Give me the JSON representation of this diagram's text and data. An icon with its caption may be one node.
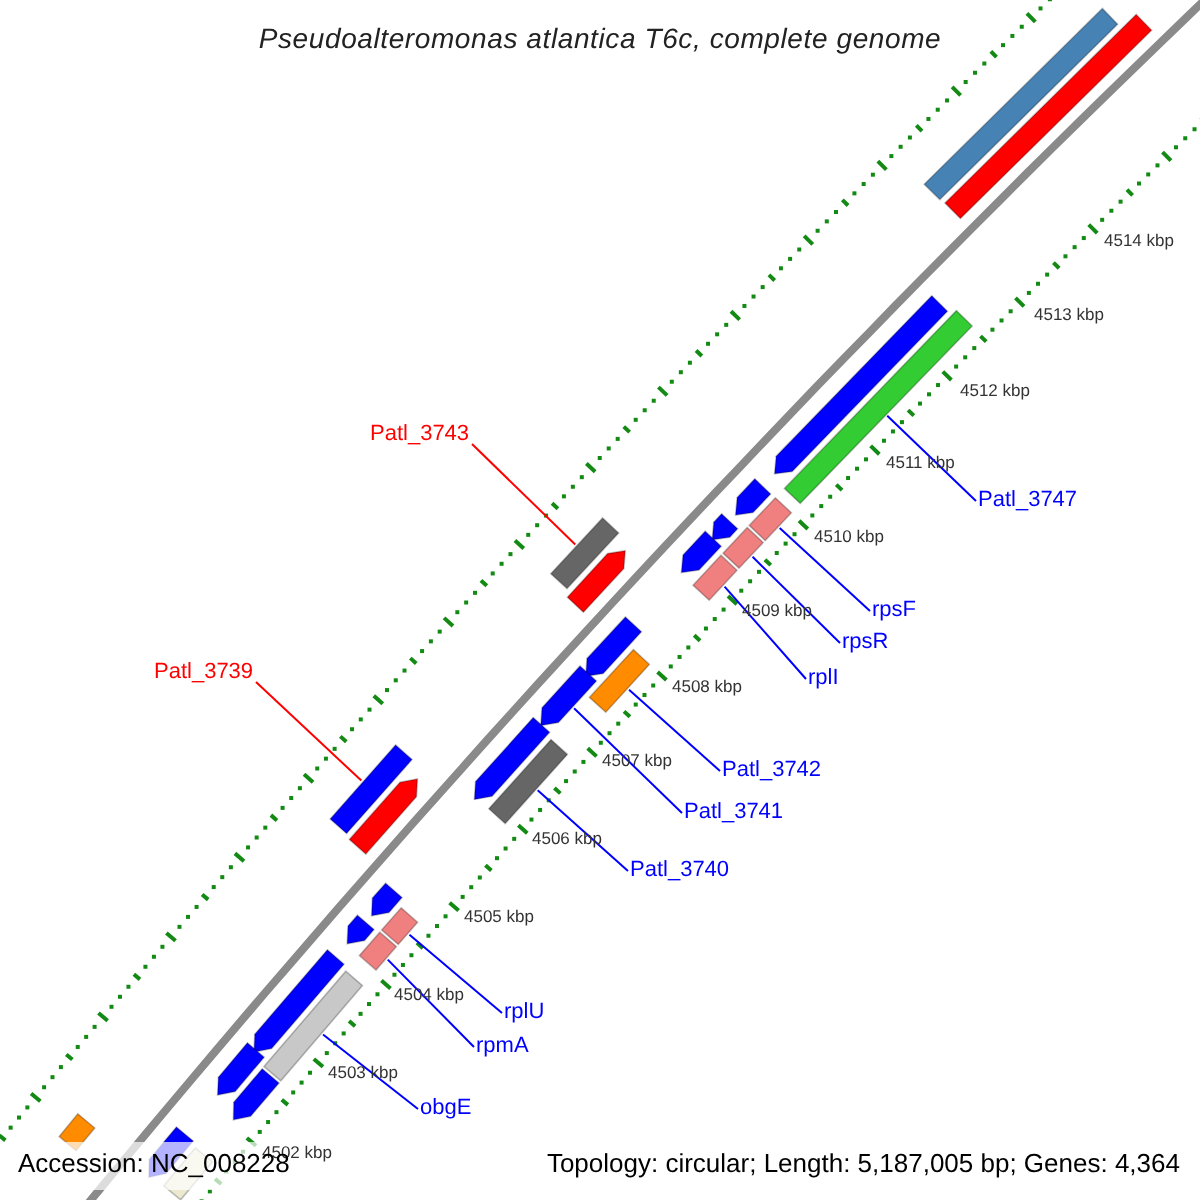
{
  "diagram": {
    "title": "Pseudoalteromonas atlantica T6c, complete genome",
    "nodes": [
      {
        "text": [
          "Patl_3743"
        ]
      },
      {
        "text": [
          "Patl_3747"
        ]
      },
      {
        "text": [
          "rpsF"
        ]
      },
      {
        "text": [
          "rpsR"
        ]
      },
      {
        "text": [
          "Patl_3739"
        ]
      },
      {
        "text": [
          "rplI"
        ]
      },
      {
        "text": [
          "Patl_3742"
        ]
      },
      {
        "text": [
          "Patl_3741"
        ]
      },
      {
        "text": [
          "Patl_3740"
        ]
      },
      {
        "text": [
          "rplU"
        ]
      },
      {
        "text": [
          "rpmA"
        ]
      },
      {
        "text": [
          "obgE"
        ]
      },
      {
        "text": [],
        "shape": "bar"
      },
      {
        "text": [],
        "shape": "bar"
      },
      {
        "text": [],
        "shape": "arrow"
      },
      {
        "text": [],
        "shape": "bar"
      },
      {
        "text": [],
        "shape": "arrow"
      },
      {
        "text": [],
        "shape": "bar"
      },
      {
        "text": [],
        "shape": "arrow"
      },
      {
        "text": [],
        "shape": "bar"
      },
      {
        "text": [],
        "shape": "bar"
      },
      {
        "text": [],
        "shape": "arrow"
      },
      {
        "text": [],
        "shape": "arrow"
      },
      {
        "text": [],
        "shape": "bar"
      },
      {
        "text": [],
        "shape": "arrow"
      },
      {
        "text": [],
        "shape": "bar"
      },
      {
        "text": [],
        "shape": "arrow"
      },
      {
        "text": [],
        "shape": "arrow"
      },
      {
        "text": [],
        "shape": "bar"
      },
      {
        "text": [],
        "shape": "bar"
      },
      {
        "text": [],
        "shape": "arrow"
      },
      {
        "text": [],
        "shape": "arrow"
      },
      {
        "text": [],
        "shape": "bar"
      },
      {
        "text": [],
        "shape": "arrow"
      },
      {
        "text": [],
        "shape": "bar"
      },
      {
        "text": [],
        "shape": "arrow"
      },
      {
        "text": [],
        "shape": "bar"
      },
      {
        "text": [],
        "shape": "arrow"
      },
      {
        "text": [],
        "shape": "arrow"
      },
      {
        "text": [],
        "shape": "bar"
      },
      {
        "text": [],
        "shape": "arrow"
      },
      {
        "text": [],
        "shape": "bar"
      }
    ],
    "edges": [
      {
        "from": 0,
        "to": 19,
        "arrow": "none",
        "color": "#ff0000"
      },
      {
        "from": 1,
        "to": 15,
        "arrow": "none"
      },
      {
        "from": 2,
        "to": 17,
        "arrow": "none"
      },
      {
        "from": 3,
        "to": 20,
        "arrow": "none"
      },
      {
        "from": 4,
        "to": 28,
        "arrow": "none",
        "color": "#ff0000"
      },
      {
        "from": 5,
        "to": 23,
        "arrow": "none"
      },
      {
        "from": 6,
        "to": 25,
        "arrow": "none"
      },
      {
        "from": 7,
        "to": 26,
        "arrow": "none"
      },
      {
        "from": 8,
        "to": 29,
        "arrow": "none"
      },
      {
        "from": 9,
        "to": 32,
        "arrow": "none"
      },
      {
        "from": 10,
        "to": 34,
        "arrow": "none"
      },
      {
        "from": 11,
        "to": 36,
        "arrow": "none"
      }
    ],
    "labels": [
      "4514 kbp",
      "4513 kbp",
      "4512 kbp",
      "4511 kbp",
      "4510 kbp",
      "4509 kbp",
      "4508 kbp",
      "4507 kbp",
      "4506 kbp",
      "4505 kbp",
      "4504 kbp",
      "4503 kbp",
      "4502 kbp",
      "Accession: NC_008228",
      "Topology: circular; Length: 5,187,005 bp; Genes: 4,364"
    ]
  }
}
